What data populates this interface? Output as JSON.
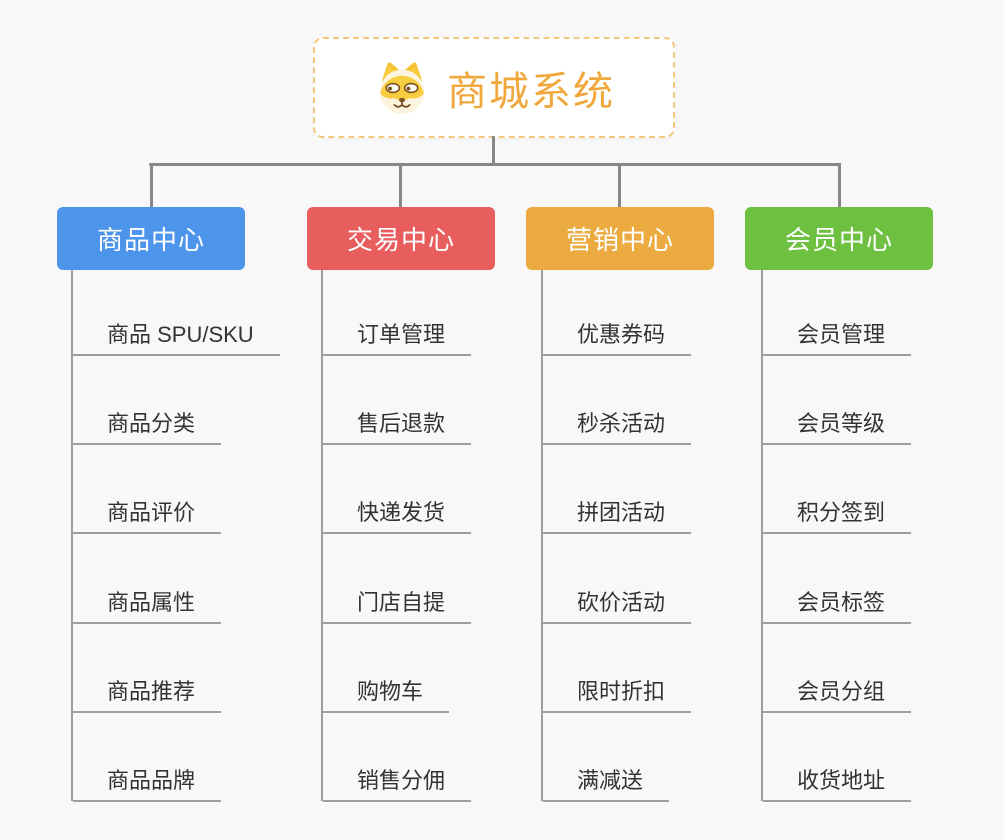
{
  "root": {
    "title": "商城系统",
    "title_color": "#f0a83c",
    "icon": "doge-icon",
    "border_color": "#f4c77f"
  },
  "branches": [
    {
      "label": "商品中心",
      "color": "#4d94eb",
      "items": [
        "商品 SPU/SKU",
        "商品分类",
        "商品评价",
        "商品属性",
        "商品推荐",
        "商品品牌"
      ]
    },
    {
      "label": "交易中心",
      "color": "#e85d5d",
      "items": [
        "订单管理",
        "售后退款",
        "快递发货",
        "门店自提",
        "购物车",
        "销售分佣"
      ]
    },
    {
      "label": "营销中心",
      "color": "#ecab41",
      "items": [
        "优惠券码",
        "秒杀活动",
        "拼团活动",
        "砍价活动",
        "限时折扣",
        "满减送"
      ]
    },
    {
      "label": "会员中心",
      "color": "#6ec140",
      "items": [
        "会员管理",
        "会员等级",
        "积分签到",
        "会员标签",
        "会员分组",
        "收货地址"
      ]
    }
  ],
  "colors": {
    "background": "#f8f8f8",
    "connector_line": "#878787",
    "branch_line": "#9e9e9e",
    "leaf_text": "#333333"
  }
}
